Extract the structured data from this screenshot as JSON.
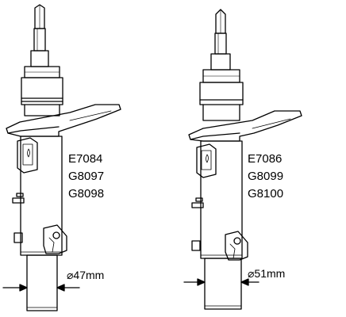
{
  "diagram": {
    "colors": {
      "line": "#000000",
      "background": "#ffffff"
    },
    "left_unit": {
      "part_numbers": [
        "E7084",
        "G8097",
        "G8098"
      ],
      "diameter_label": "⌀47mm"
    },
    "right_unit": {
      "part_numbers": [
        "E7086",
        "G8099",
        "G8100"
      ],
      "diameter_label": "⌀51mm"
    }
  }
}
